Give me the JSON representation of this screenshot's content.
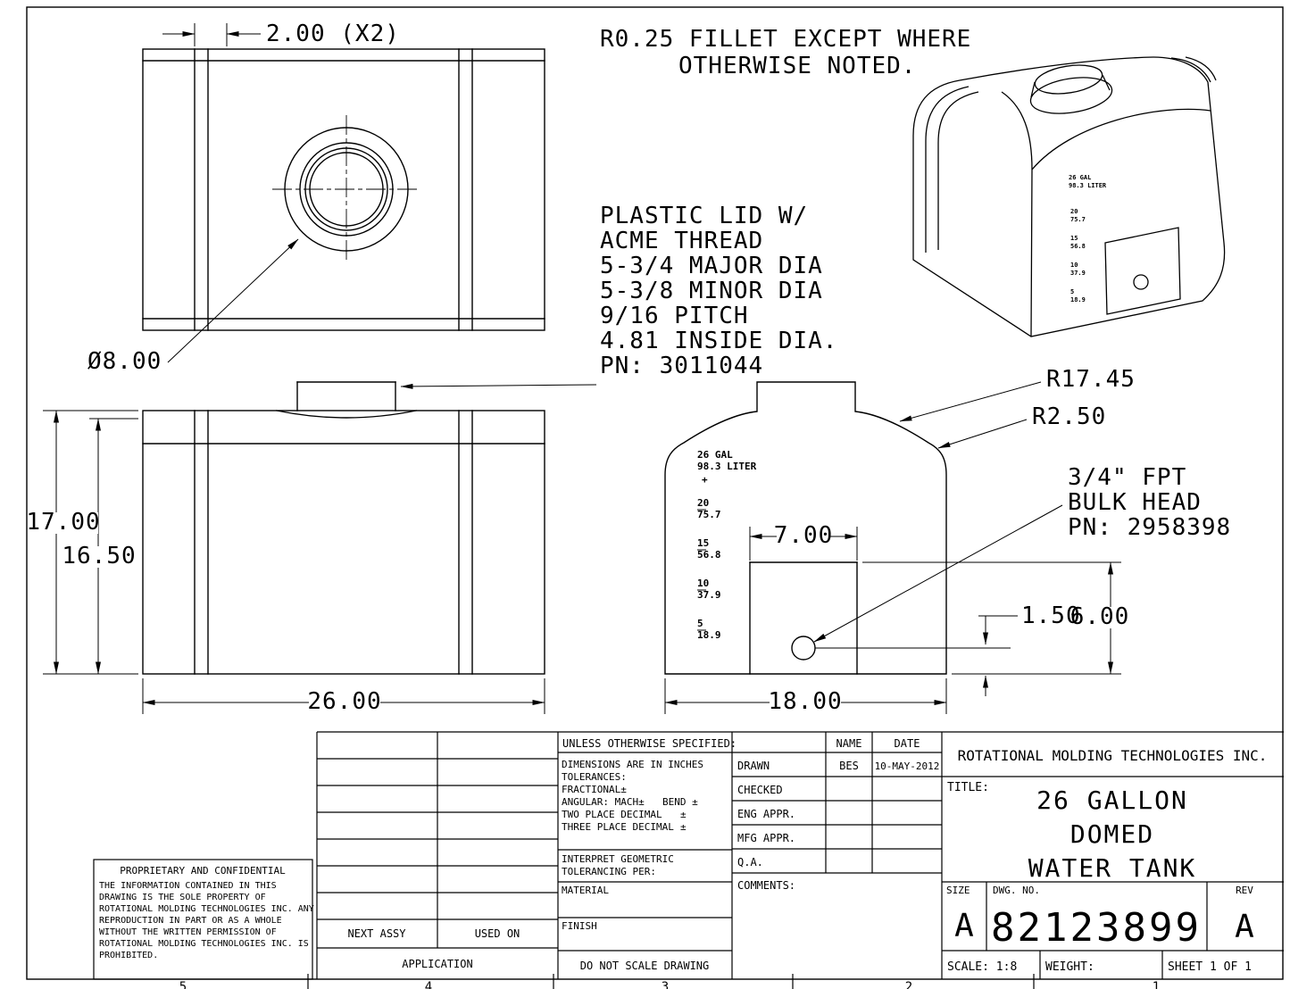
{
  "notes": {
    "fillet": [
      "R0.25 FILLET EXCEPT WHERE",
      "OTHERWISE NOTED."
    ],
    "lid": [
      "PLASTIC LID W/",
      "ACME THREAD",
      "5-3/4 MAJOR DIA",
      "5-3/8 MINOR DIA",
      "9/16 PITCH",
      "4.81 INSIDE DIA.",
      "PN: 3011044"
    ],
    "bulkhead": [
      "3/4\" FPT",
      "BULK HEAD",
      "PN: 2958398"
    ]
  },
  "dims": {
    "rib_spacing": "2.00 (X2)",
    "lid_dia": "Ø8.00",
    "height": "17.00",
    "height_inner": "16.50",
    "length": "26.00",
    "recess_width": "7.00",
    "width": "18.00",
    "recess_height": "6.00",
    "fitting_height": "1.50",
    "dome_radius": "R17.45",
    "corner_radius": "R2.50"
  },
  "gauge": {
    "cap_gal": "26 GAL",
    "cap_liter": "98.3 LITER",
    "plus": "+",
    "marks": [
      {
        "gal": "20",
        "liter": "75.7"
      },
      {
        "gal": "15",
        "liter": "56.8"
      },
      {
        "gal": "10",
        "liter": "37.9"
      },
      {
        "gal": "5",
        "liter": "18.9"
      }
    ]
  },
  "titleblock": {
    "company": "ROTATIONAL MOLDING TECHNOLOGIES INC.",
    "unless": "UNLESS OTHERWISE SPECIFIED:",
    "tol": {
      "l1": "DIMENSIONS ARE IN INCHES",
      "l2": "TOLERANCES:",
      "l3": "FRACTIONAL±",
      "l4a": "ANGULAR: MACH±",
      "l4b": "BEND ±",
      "l5a": "TWO PLACE DECIMAL",
      "l5b": "±",
      "l6a": "THREE PLACE DECIMAL",
      "l6b": "±"
    },
    "interpret": [
      "INTERPRET GEOMETRIC",
      "TOLERANCING PER:"
    ],
    "material": "MATERIAL",
    "finish": "FINISH",
    "do_not_scale": "DO NOT SCALE DRAWING",
    "next_assy": "NEXT ASSY",
    "used_on": "USED ON",
    "application": "APPLICATION",
    "name_hdr": "NAME",
    "date_hdr": "DATE",
    "rows": [
      {
        "label": "DRAWN",
        "name": "BES",
        "date": "10-MAY-2012"
      },
      {
        "label": "CHECKED",
        "name": "",
        "date": ""
      },
      {
        "label": "ENG APPR.",
        "name": "",
        "date": ""
      },
      {
        "label": "MFG APPR.",
        "name": "",
        "date": ""
      },
      {
        "label": "Q.A.",
        "name": "",
        "date": ""
      }
    ],
    "comments": "COMMENTS:",
    "title_label": "TITLE:",
    "title_lines": [
      "26 GALLON",
      "DOMED",
      "WATER TANK"
    ],
    "size_label": "SIZE",
    "size": "A",
    "dwg_label": "DWG.  NO.",
    "dwg_no": "82123899",
    "rev_label": "REV",
    "rev": "A",
    "scale": "SCALE: 1:8",
    "weight": "WEIGHT:",
    "sheet": "SHEET 1 OF 1"
  },
  "proprietary": {
    "title": "PROPRIETARY AND CONFIDENTIAL",
    "lines": [
      "THE INFORMATION CONTAINED IN THIS",
      "DRAWING IS THE SOLE PROPERTY OF",
      "ROTATIONAL MOLDING TECHNOLOGIES INC. ANY",
      "REPRODUCTION IN PART OR AS A WHOLE",
      "WITHOUT THE WRITTEN PERMISSION OF",
      "ROTATIONAL MOLDING TECHNOLOGIES INC. IS",
      "PROHIBITED."
    ]
  },
  "zones": [
    "5",
    "4",
    "3",
    "2",
    "1"
  ]
}
